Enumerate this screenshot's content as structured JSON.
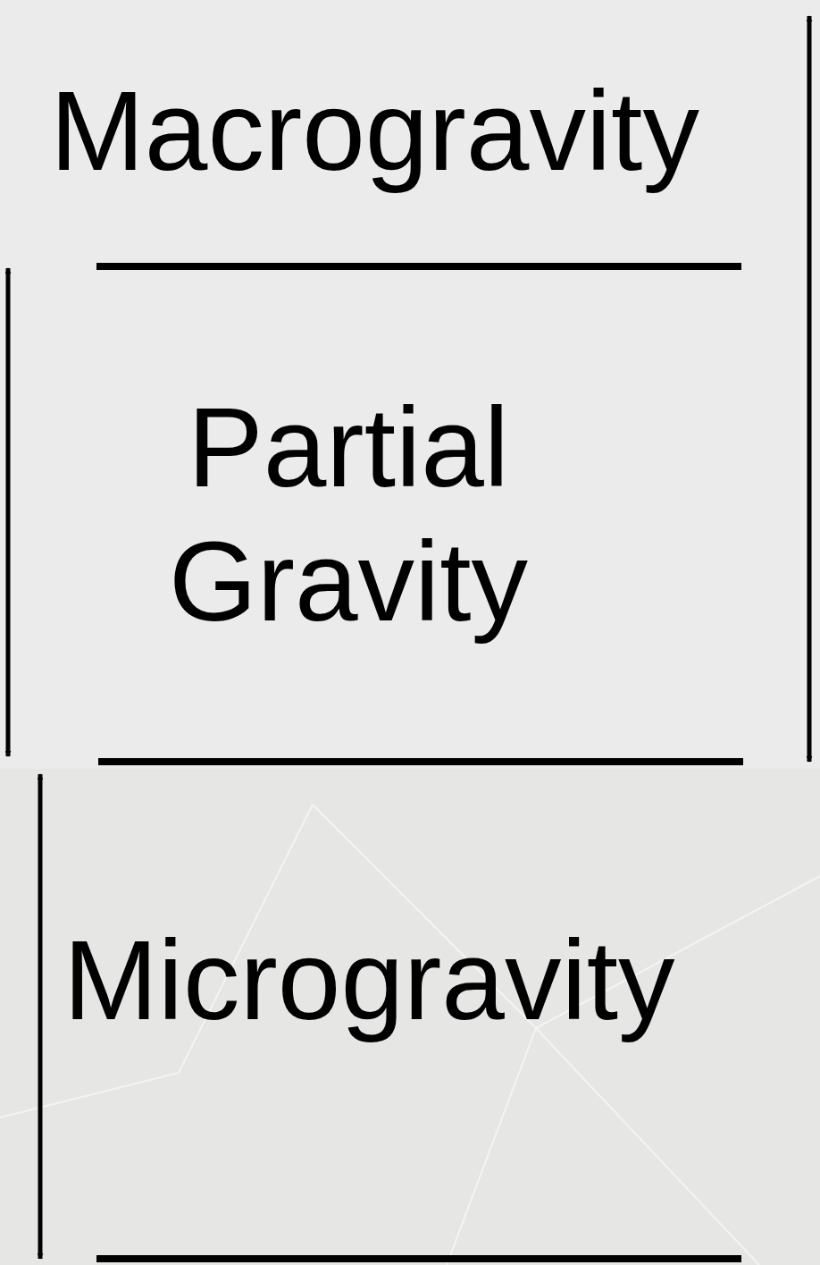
{
  "diagram": {
    "labels": [
      "Macrogravity",
      "Partial Gravity",
      "Microgravity"
    ]
  }
}
